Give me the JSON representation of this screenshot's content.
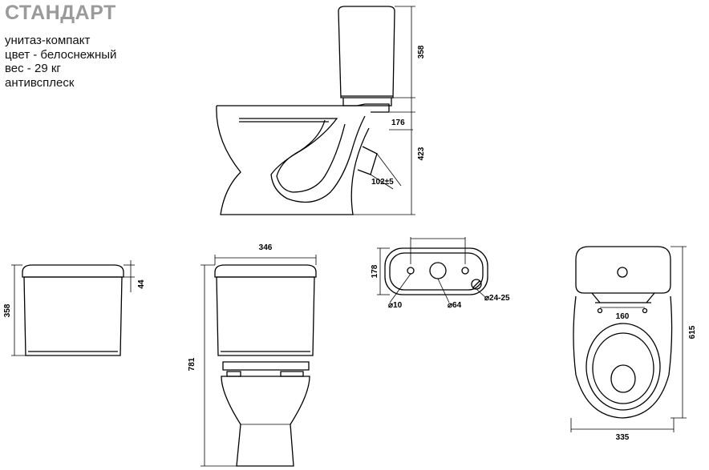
{
  "product": {
    "title": "СТАНДАРТ",
    "specs": [
      "унитаз-компакт",
      "цвет - белоснежный",
      "вес - 29 кг",
      "антивсплеск"
    ]
  },
  "dimensions": {
    "side_tank_height": "358",
    "side_outlet_height": "176",
    "side_bowl_height": "423",
    "side_outlet_size": "102±5",
    "tank_height": "358",
    "tank_lid": "44",
    "front_width": "346",
    "front_height": "781",
    "tank_top_depth": "178",
    "tank_top_hole_small": "⌀10",
    "tank_top_hole_button": "⌀64",
    "tank_top_hole_inlet": "⌀24-25",
    "top_width": "335",
    "top_depth": "615",
    "top_bolts": "160"
  },
  "colors": {
    "line": "#000000",
    "title": "#9a9a9a"
  }
}
